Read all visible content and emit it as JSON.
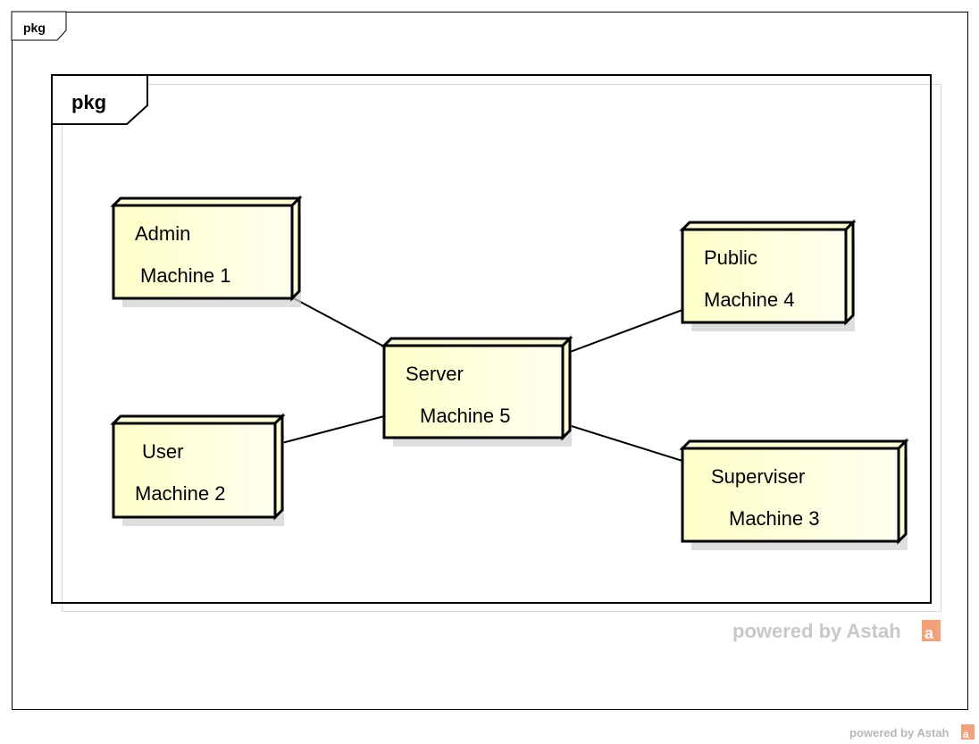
{
  "outer_frame": {
    "tab_label": "pkg"
  },
  "inner_frame": {
    "tab_label": "pkg"
  },
  "nodes": [
    {
      "id": "admin",
      "role": "Admin",
      "machine": "Machine 1"
    },
    {
      "id": "user",
      "role": "User",
      "machine": "Machine 2"
    },
    {
      "id": "server",
      "role": "Server",
      "machine": "Machine 5"
    },
    {
      "id": "public",
      "role": "Public",
      "machine": "Machine 4"
    },
    {
      "id": "superviser",
      "role": "Superviser",
      "machine": "Machine 3"
    }
  ],
  "connections": [
    {
      "from": "admin",
      "to": "server"
    },
    {
      "from": "user",
      "to": "server"
    },
    {
      "from": "public",
      "to": "server"
    },
    {
      "from": "superviser",
      "to": "server"
    }
  ],
  "watermark": {
    "inner": "powered by Astah",
    "outer": "powered by Astah"
  },
  "colors": {
    "node_fill": "#ffffd6",
    "node_border": "#000000",
    "line": "#000000",
    "shadow": "#d0d0d0"
  }
}
